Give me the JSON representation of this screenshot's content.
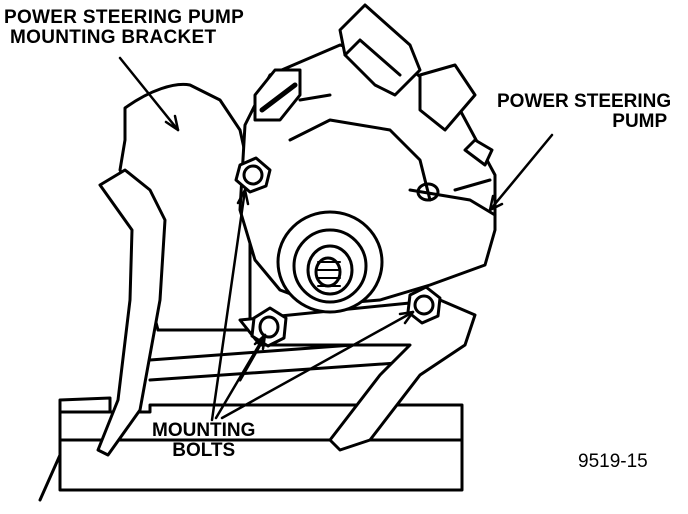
{
  "labels": {
    "bracket_line1": "POWER STEERING PUMP",
    "bracket_line2": "MOUNTING BRACKET",
    "pump_line1": "POWER STEERING",
    "pump_line2": "PUMP",
    "bolts_line1": "MOUNTING",
    "bolts_line2": "BOLTS",
    "figure_id": "9519-15"
  }
}
